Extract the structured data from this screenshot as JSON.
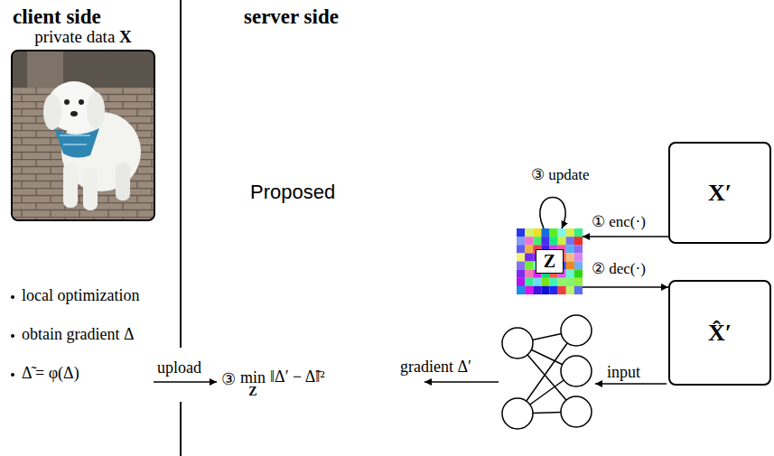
{
  "diagram": {
    "nodes": [
      {
        "text": [
          "private data X"
        ]
      },
      {
        "text": [
          "Z"
        ]
      },
      {
        "text": [
          "X′"
        ]
      },
      {
        "text": [
          "X̂′"
        ]
      }
    ],
    "edges": [
      {
        "from": 2,
        "to": 1,
        "label": "① enc(·)",
        "arrow": "to"
      },
      {
        "from": 1,
        "to": 3,
        "label": "② dec(·)",
        "arrow": "to"
      },
      {
        "from": 1,
        "to": 1,
        "label": "③ update",
        "arrow": "to"
      }
    ],
    "labels": [
      "client side",
      "server side",
      "Proposed",
      "local optimization",
      "obtain gradient Δ",
      "Δ̃ = φ(Δ)",
      "upload",
      "③",
      "min",
      "Z",
      "‖Δ′ − Δ̃‖²",
      "gradient Δ′",
      "input"
    ]
  }
}
